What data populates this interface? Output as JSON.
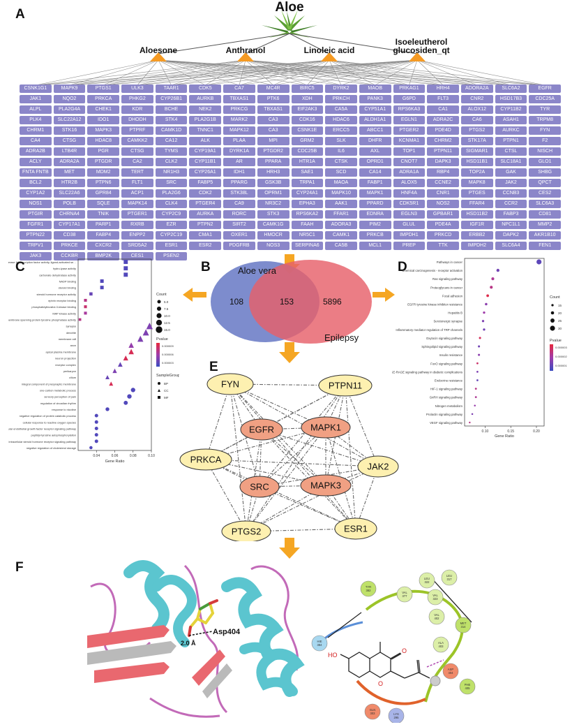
{
  "panels": {
    "A": "A",
    "B": "B",
    "C": "C",
    "D": "D",
    "E": "E",
    "F": "F"
  },
  "network": {
    "root": "Aloe",
    "compounds": [
      "Aloesone",
      "Anthranol",
      "Linoleic acid",
      "Isoeleutherol glucosiden_qt"
    ],
    "genes": [
      [
        "CSNK1G1",
        "MAPK9",
        "PTGS1",
        "ULK3",
        "TAAR1",
        "CDK5",
        "CA7",
        "MC4R",
        "BIRC5",
        "DYRK2",
        "MAOB",
        "PRKAG1",
        "HRH4",
        "ADORA2A",
        "SLC6A2",
        "EGFR"
      ],
      [
        "JAK1",
        "NQO2",
        "PRKCA",
        "PHKG2",
        "CYP26B1",
        "AURKB",
        "TBXAS1",
        "PTK6",
        "XDH",
        "PRKCH",
        "PANK3",
        "G6PD",
        "FLT3",
        "CNR2",
        "HSD17B3",
        "CDC25A"
      ],
      [
        "ALPL",
        "PLA2G4A",
        "CHEK1",
        "KDR",
        "BCHE",
        "NEK2",
        "PRKCG",
        "TBXAS1",
        "EIF2AK3",
        "CA5A",
        "CYP51A1",
        "RPS6KA3",
        "CA1",
        "ALOX12",
        "CYP11B2",
        "TYR"
      ],
      [
        "PLK4",
        "SLC22A12",
        "IDO1",
        "DHODH",
        "STK4",
        "PLA2G1B",
        "MARK2",
        "CA3",
        "CDK16",
        "HDAC6",
        "ALDH1A1",
        "EGLN1",
        "ADRA2C",
        "CA6",
        "ASAH1",
        "TRPM8"
      ],
      [
        "CHRM1",
        "STK16",
        "MAPK3",
        "PTPRF",
        "CAMK1D",
        "TNNC1",
        "MAPK12",
        "CA3",
        "CSNK1E",
        "ERCC5",
        "ABCC1",
        "PTGER2",
        "PDE4D",
        "PTGS2",
        "AURKC",
        "FYN"
      ],
      [
        "CA4",
        "CTSG",
        "HDAC8",
        "CAMKK2",
        "CA12",
        "ALK",
        "PLAA",
        "MPI",
        "GRM2",
        "SLK",
        "DHFR",
        "KCNMA1",
        "CHRM2",
        "STK17A",
        "PTPN1",
        "F2"
      ],
      [
        "ADRA2B",
        "LTB4R",
        "PGR",
        "CTSG",
        "TYMS",
        "CYP19A1",
        "DYRK1A",
        "PTGDR2",
        "CDC25B",
        "IL6",
        "AXL",
        "TOP1",
        "PTPN11",
        "SIGMAR1",
        "CTSL",
        "NISCH"
      ],
      [
        "ACLY",
        "ADRA2A",
        "PTGDR",
        "CA2",
        "CLK2",
        "CYP11B1",
        "AR",
        "PPARA",
        "HTR1A",
        "CTSK",
        "OPRD1",
        "CNOT7",
        "DAPK3",
        "HSD11B1",
        "SLC18A1",
        "GLO1"
      ],
      [
        "FNTA FNTB",
        "MET",
        "MDM2",
        "TERT",
        "NR1H3",
        "CYP26A1",
        "IDH1",
        "HRH3",
        "SAE1",
        "SCD",
        "CA14",
        "ADRA1A",
        "RBP4",
        "TOP2A",
        "GAK",
        "SHBG"
      ],
      [
        "BCL2",
        "HTR2B",
        "PTPN6",
        "FLT1",
        "SRC",
        "FABP5",
        "PPARG",
        "GSK3B",
        "TRPA1",
        "MAOA",
        "FABP1",
        "ALOX5",
        "CCNE2",
        "MAPK8",
        "JAK2",
        "QPCT"
      ],
      [
        "CYP1A2",
        "SLC22A6",
        "GPR84",
        "ACP1",
        "PLA2G6",
        "CDK2",
        "STK38L",
        "OPRM1",
        "CYP24A1",
        "MAPK10",
        "MAPK1",
        "HNF4A",
        "CNR1",
        "PTGES",
        "CCNB3",
        "CES2"
      ],
      [
        "NOS1",
        "POLB",
        "SQLE",
        "MAPK14",
        "CLK4",
        "PTGER4",
        "CA9",
        "NR3C2",
        "EPHA3",
        "AAK1",
        "PPARD",
        "CDK5R1",
        "NOS2",
        "FFAR4",
        "CCR2",
        "SLC6A3"
      ],
      [
        "PTGIR",
        "CHRNA4",
        "TNIK",
        "PTGER1",
        "CYP2C9",
        "AURKA",
        "RORC",
        "STK3",
        "RPS6KA2",
        "FFAR1",
        "EDNRA",
        "EGLN3",
        "GPBAR1",
        "HSD11B2",
        "FABP3",
        "CD81"
      ],
      [
        "FGFR1",
        "CYP17A1",
        "PARP1",
        "RXRB",
        "EZR",
        "PTPN2",
        "SIRT2",
        "CAMK1G",
        "FAAH",
        "ADORA3",
        "PIM2",
        "GLUL",
        "PDE4A",
        "IGF1R",
        "NPC1L1",
        "MMP2"
      ],
      [
        "PTPN22",
        "CD38",
        "FABP4",
        "ENPP2",
        "CYP2C19",
        "CMA1",
        "OXER1",
        "HMOCR",
        "NR5C1",
        "CAMK1",
        "PRKCB",
        "IMPDH1",
        "PRKCD",
        "ERBB2",
        "DAPK2",
        "AKR1B10"
      ],
      [
        "TRPV1",
        "PRKCE",
        "CXCR2",
        "SRD5A2",
        "ESR1",
        "ESR2",
        "PDGFRB",
        "NOS3",
        "SERPINA6",
        "CA5B",
        "MCL1",
        "PREP",
        "TTK",
        "IMPDH2",
        "SLC6A4",
        "FEN1"
      ],
      [
        "JAK3",
        "CCKBR",
        "BMP2K",
        "CES1",
        "PSEN2"
      ]
    ]
  },
  "venn": {
    "left_label": "Aloe vera",
    "right_label": "Epilepsy",
    "left_only": "108",
    "overlap": "153",
    "right_only": "5896"
  },
  "ppi": {
    "nodes": [
      {
        "id": "FYN",
        "color": "#fdf0b0"
      },
      {
        "id": "PTPN11",
        "color": "#fdf0b0"
      },
      {
        "id": "EGFR",
        "color": "#f0a083"
      },
      {
        "id": "MAPK1",
        "color": "#f0a083"
      },
      {
        "id": "PRKCA",
        "color": "#fdf0b0"
      },
      {
        "id": "JAK2",
        "color": "#fdf0b0"
      },
      {
        "id": "SRC",
        "color": "#f0a083"
      },
      {
        "id": "MAPK3",
        "color": "#f0a083"
      },
      {
        "id": "PTGS2",
        "color": "#fdf0b0"
      },
      {
        "id": "ESR1",
        "color": "#fdf0b0"
      }
    ]
  },
  "chart_data": [
    {
      "type": "scatter",
      "panel": "C",
      "xlabel": "Gene Ratio",
      "x_ticks": [
        "0.04",
        "0.06",
        "0.08",
        "0.10"
      ],
      "xlim": [
        0.02,
        0.1
      ],
      "terms": [
        "RNA polymerase II transcription factor activity, ligand-activated sequence-specific DNA binding",
        "hydro-lyase activity",
        "carbonate dehydratase activity",
        "NADP binding",
        "steroid binding",
        "steroid hormone receptor activity",
        "ephrin receptor binding",
        "phosphatidylinositol-3-kinase binding",
        "MAP kinase activity",
        "non-membrane spanning protein tyrosine phosphatase activity",
        "synapse",
        "dendrite",
        "membrane raft",
        "axon",
        "apical plasma membrane",
        "neuron projection",
        "receptor complex",
        "perikaryon",
        "cilium",
        "integral component of presynaptic membrane",
        "one-carbon metabolic process",
        "sensory perception of pain",
        "regulation of circadian rhythm",
        "response to nicotine",
        "negative regulation of protein catabolic process",
        "cellular response to reactive oxygen species",
        "vascular endothelial growth factor receptor signaling pathway",
        "peptidyl-tyrosine autophosphorylation",
        "intracellular steroid hormone receptor signaling pathway",
        "negative regulation of cholesterol storage"
      ],
      "groups": [
        "MF",
        "MF",
        "MF",
        "MF",
        "MF",
        "MF",
        "MF",
        "MF",
        "MF",
        "MF",
        "CC",
        "CC",
        "CC",
        "CC",
        "CC",
        "CC",
        "CC",
        "CC",
        "CC",
        "CC",
        "BP",
        "BP",
        "BP",
        "BP",
        "BP",
        "BP",
        "BP",
        "BP",
        "BP",
        "BP"
      ],
      "gene_ratio": [
        0.072,
        0.072,
        0.072,
        0.046,
        0.046,
        0.034,
        0.028,
        0.028,
        0.028,
        0.022,
        0.098,
        0.094,
        0.088,
        0.078,
        0.078,
        0.072,
        0.066,
        0.06,
        0.052,
        0.056,
        0.08,
        0.076,
        0.072,
        0.052,
        0.04,
        0.04,
        0.04,
        0.04,
        0.04,
        0.034
      ],
      "count": [
        7,
        7,
        7,
        5,
        5,
        4,
        3,
        3,
        3,
        2,
        15,
        14,
        13,
        11,
        11,
        10,
        9,
        8,
        7,
        7,
        8,
        8,
        7,
        6,
        5,
        5,
        5,
        5,
        5,
        4
      ],
      "pvalue": [
        1e-06,
        1e-06,
        1e-06,
        1e-06,
        1e-06,
        2e-06,
        6e-06,
        7e-06,
        5e-06,
        6e-06,
        3e-06,
        3e-06,
        3e-06,
        4e-06,
        8e-06,
        8e-06,
        2e-06,
        3e-06,
        2e-06,
        8e-06,
        1e-06,
        1e-06,
        1e-06,
        1e-06,
        1e-06,
        1e-06,
        1e-06,
        1e-06,
        1e-06,
        1e-06
      ],
      "legend": {
        "count_title": "Count",
        "count_values": [
          "5.0",
          "7.5",
          "10.0",
          "12.5",
          "15.0"
        ],
        "pvalue_title": "Pvalue",
        "pvalue_values": [
          "0.000009",
          "0.000006",
          "0.000003"
        ],
        "group_title": "SampleGroup",
        "group_values": [
          "BP",
          "CC",
          "MF"
        ]
      }
    },
    {
      "type": "scatter",
      "panel": "D",
      "xlabel": "Gene Ratio",
      "x_ticks": [
        "0.10",
        "0.15",
        "0.20"
      ],
      "xlim": [
        0.06,
        0.215
      ],
      "terms": [
        "Pathways in cancer",
        "Chemical carcinogenesis - receptor activation",
        "Ras signaling pathway",
        "Proteoglycans in cancer",
        "Focal adhesion",
        "EGFR tyrosine kinase inhibitor resistance",
        "Hepatitis B",
        "Serotonergic synapse",
        "Inflammatory mediator regulation of TRP channels",
        "Oxytocin signaling pathway",
        "Sphingolipid signaling pathway",
        "Insulin resistance",
        "FoxO signaling pathway",
        "AGE-RAGE signaling pathway in diabetic complications",
        "Endocrine resistance",
        "HIF-1 signaling pathway",
        "GnRH signaling pathway",
        "Nitrogen metabolism",
        "Prolactin signaling pathway",
        "VEGF signaling pathway"
      ],
      "gene_ratio": [
        0.205,
        0.125,
        0.115,
        0.112,
        0.105,
        0.102,
        0.098,
        0.096,
        0.098,
        0.09,
        0.088,
        0.088,
        0.085,
        0.085,
        0.085,
        0.082,
        0.082,
        0.08,
        0.075,
        0.07
      ],
      "count": [
        30,
        19,
        18,
        18,
        17,
        16,
        15,
        15,
        15,
        14,
        14,
        14,
        13,
        13,
        13,
        13,
        13,
        12,
        12,
        11
      ],
      "pvalue": [
        5e-07,
        8e-07,
        1.8e-06,
        2e-06,
        2.8e-06,
        1.2e-06,
        1.5e-06,
        1e-06,
        8e-07,
        2.6e-06,
        8e-07,
        1.2e-06,
        2.4e-06,
        1e-06,
        6e-07,
        2e-06,
        1.8e-06,
        1.4e-06,
        1e-06,
        2e-06
      ],
      "legend": {
        "count_title": "Count",
        "count_values": [
          "15",
          "20",
          "25",
          "30"
        ],
        "pvalue_title": "Pvalue",
        "pvalue_values": [
          "0.000003",
          "0.000002",
          "0.000001"
        ]
      }
    }
  ],
  "docking": {
    "residue_label": "Asp404",
    "distance_label": "2.0 Å",
    "residues": [
      {
        "name": "TYR",
        "num": "382",
        "color": "#bfe16a"
      },
      {
        "name": "VAL",
        "num": "377",
        "color": "#dcefa8"
      },
      {
        "name": "LEU",
        "num": "322",
        "color": "#dcefa8"
      },
      {
        "name": "LEU",
        "num": "317",
        "color": "#dcefa8"
      },
      {
        "name": "VAL",
        "num": "323",
        "color": "#dcefa8"
      },
      {
        "name": "VAL",
        "num": "402",
        "color": "#dcefa8"
      },
      {
        "name": "MET",
        "num": "314",
        "color": "#bfe16a"
      },
      {
        "name": "ALA",
        "num": "403",
        "color": "#dcefa8"
      },
      {
        "name": "HIE",
        "num": "384",
        "color": "#a8d8f0"
      },
      {
        "name": "ASP",
        "num": "404",
        "color": "#f08a6a"
      },
      {
        "name": "PHE",
        "num": "405",
        "color": "#bfe16a"
      },
      {
        "name": "GLN",
        "num": "303",
        "color": "#f08a6a"
      },
      {
        "name": "LYS",
        "num": "295",
        "color": "#a8b4e8"
      }
    ],
    "ligand_atoms": {
      "ho": "HO",
      "o1": "O",
      "o2": "O"
    }
  }
}
